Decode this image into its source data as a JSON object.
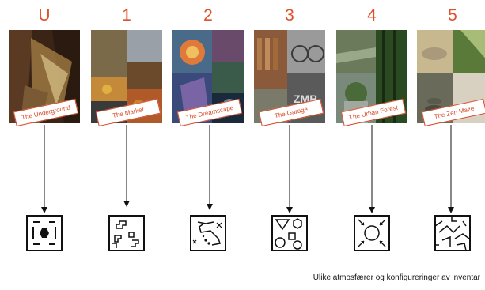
{
  "columns": [
    {
      "number": "U",
      "label": "The Underground"
    },
    {
      "number": "1",
      "label": "The Market"
    },
    {
      "number": "2",
      "label": "The Dreamscape"
    },
    {
      "number": "3",
      "label": "The Garage"
    },
    {
      "number": "4",
      "label": "The Urban Forest"
    },
    {
      "number": "5",
      "label": "The Zen Maze"
    }
  ],
  "caption": "Ulike atmosfærer og konfigureringer av inventar",
  "colors": {
    "accent": "#e0502a",
    "line": "#111111"
  }
}
